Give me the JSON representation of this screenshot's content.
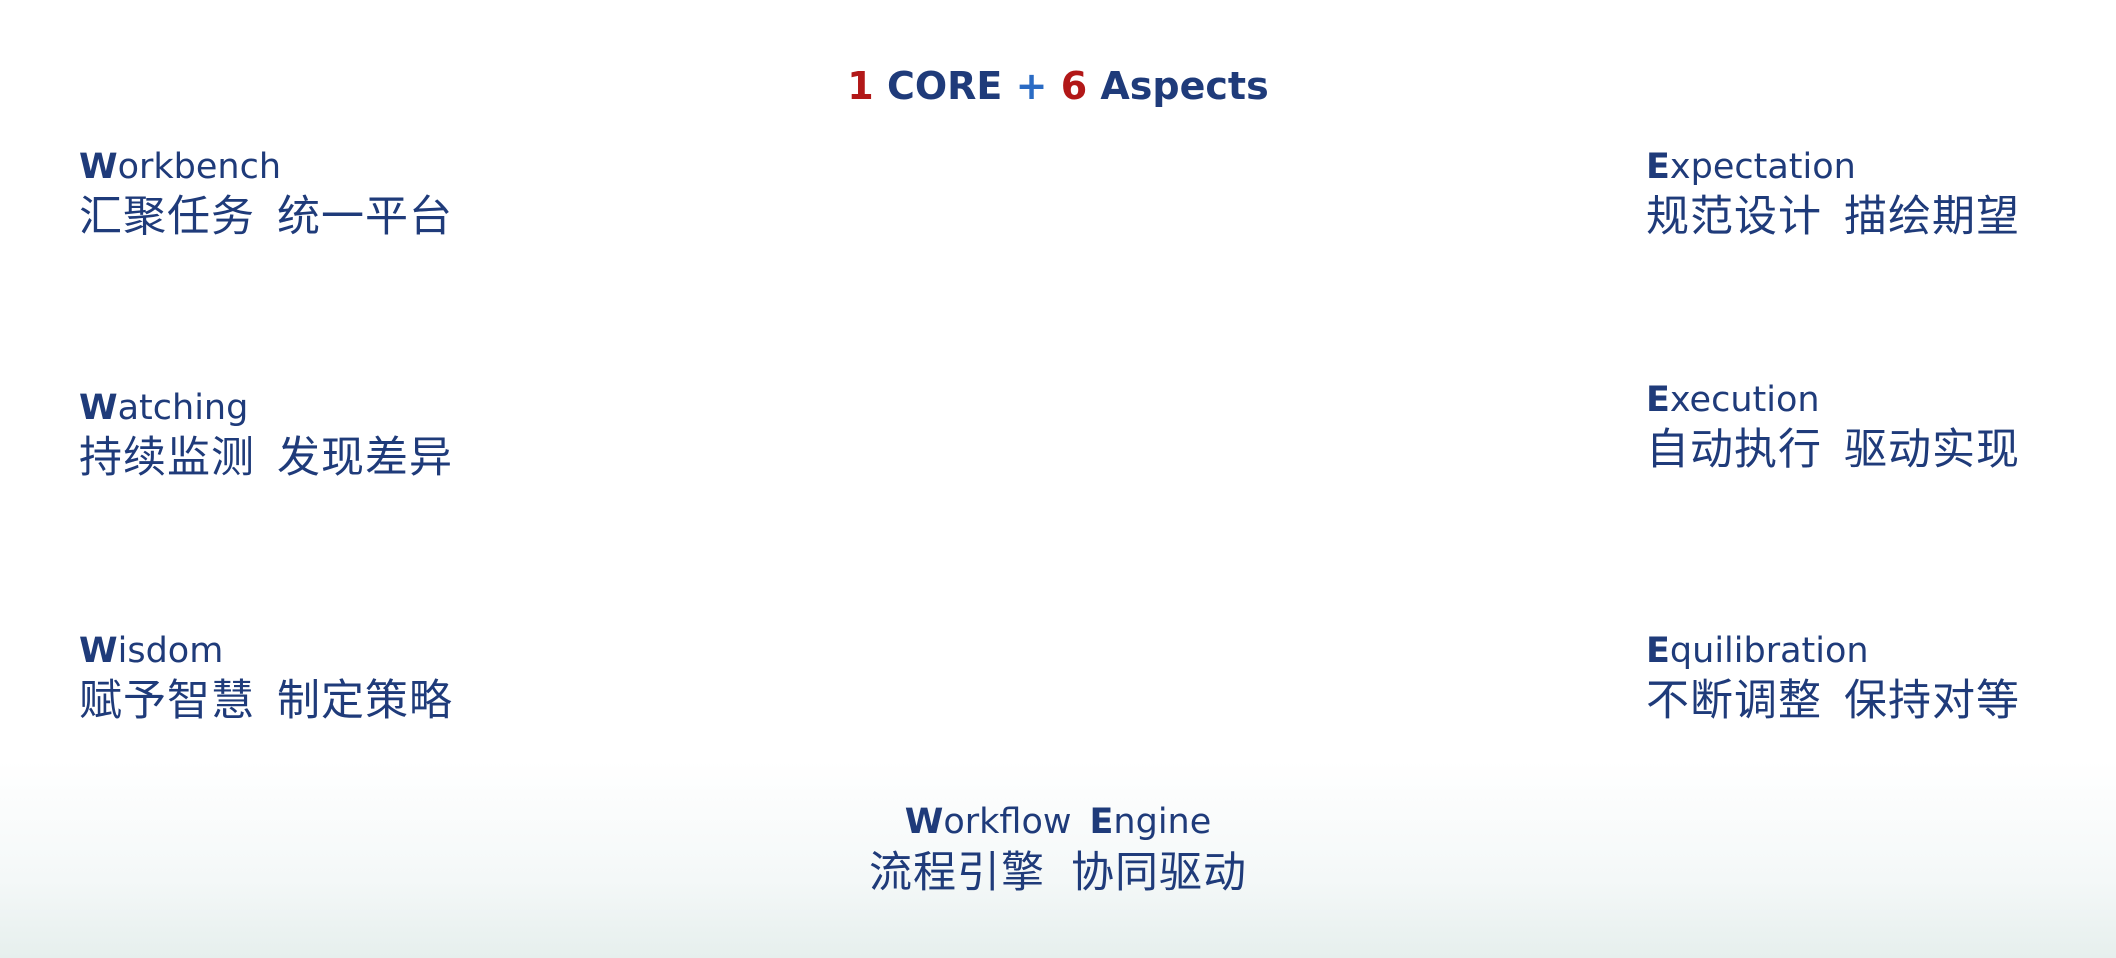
{
  "title": {
    "num1": "1",
    "core": "CORE",
    "plus": "+",
    "num2": "6",
    "aspects": "Aspects"
  },
  "aspects": {
    "workbench": {
      "initial": "W",
      "rest": "orkbench",
      "zh1": "汇聚任务",
      "zh2": "统一平台"
    },
    "watching": {
      "initial": "W",
      "rest": "atching",
      "zh1": "持续监测",
      "zh2": "发现差异"
    },
    "wisdom": {
      "initial": "W",
      "rest": "isdom",
      "zh1": "赋予智慧",
      "zh2": "制定策略"
    },
    "expectation": {
      "initial": "E",
      "rest": "xpectation",
      "zh1": "规范设计",
      "zh2": "描绘期望"
    },
    "execution": {
      "initial": "E",
      "rest": "xecution",
      "zh1": "自动执行",
      "zh2": "驱动实现"
    },
    "equilibration": {
      "initial": "E",
      "rest": "quilibration",
      "zh1": "不断调整",
      "zh2": "保持对等"
    }
  },
  "core": {
    "initial1": "W",
    "rest1": "orkflow",
    "initial2": "E",
    "rest2": "ngine",
    "zh1": "流程引擎",
    "zh2": "协同驱动"
  },
  "colors": {
    "text": "#1f3b7a",
    "accent_red": "#b21818",
    "plus_blue": "#2a6bc4"
  }
}
